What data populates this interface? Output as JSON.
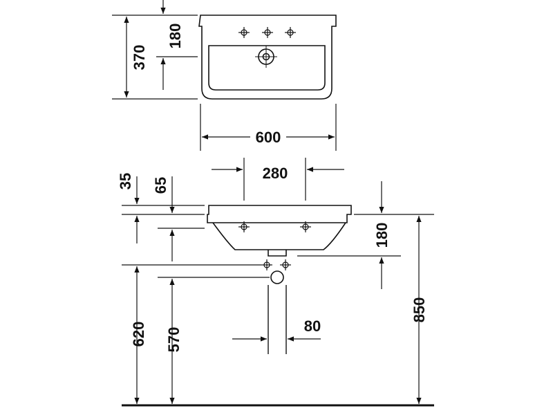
{
  "colors": {
    "line": "#111111",
    "background": "#ffffff"
  },
  "dimensions": {
    "basin_depth": "370",
    "tap_hole_offset": "180",
    "basin_width": "600",
    "tap_hole_spacing": "280",
    "rim_thickness": "35",
    "rim_to_tap_deck": "65",
    "tap_deck_to_outlet": "180",
    "total_height": "850",
    "supply_height": "620",
    "waste_height": "570",
    "waste_pipe_width": "80"
  }
}
